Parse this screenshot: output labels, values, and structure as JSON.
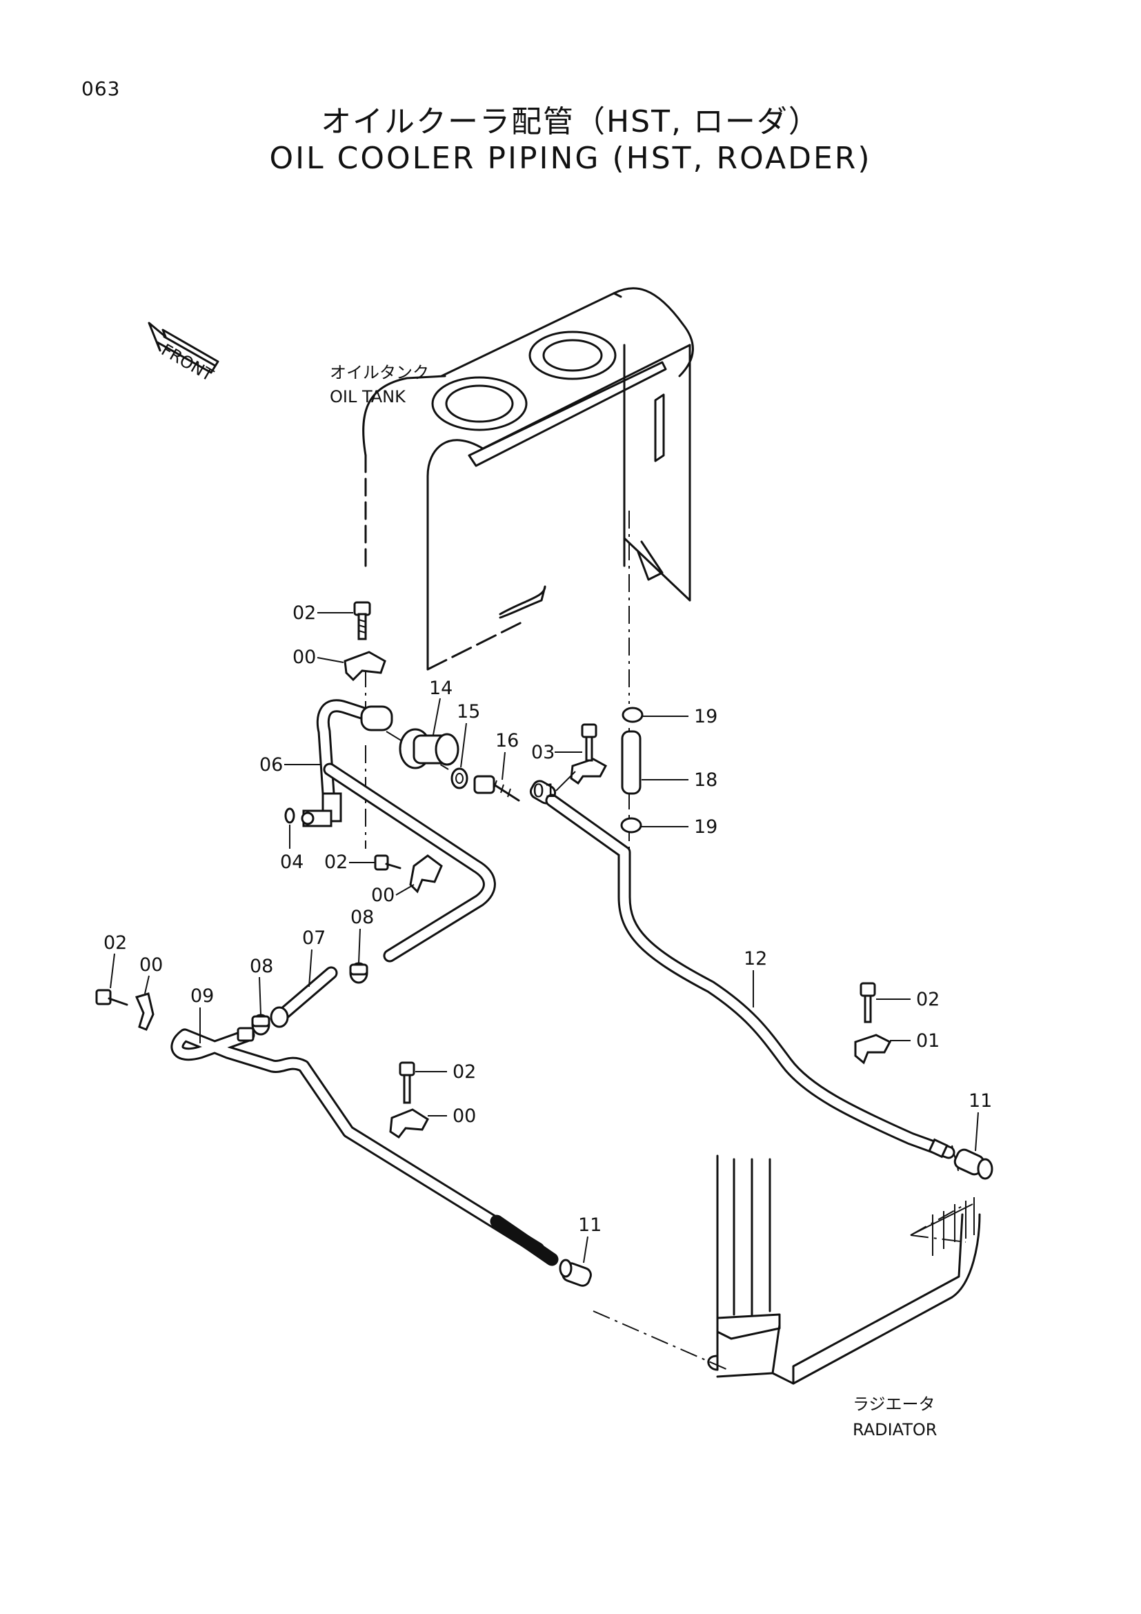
{
  "page_number": "063",
  "title_jp": "オイルクーラ配管（HST, ローダ）",
  "title_en": "OIL COOLER PIPING (HST, ROADER)",
  "front_arrow": {
    "label": "FRONT",
    "icon": "front-arrow-icon"
  },
  "components": {
    "oil_tank": {
      "jp": "オイルタンク",
      "en": "OIL TANK"
    },
    "radiator": {
      "jp": "ラジエータ",
      "en": "RADIATOR"
    }
  },
  "callouts": {
    "c02a": "02",
    "c00a": "00",
    "c14": "14",
    "c15": "15",
    "c16": "16",
    "c19a": "19",
    "c06": "06",
    "c03": "03",
    "c18": "18",
    "c01a": "01",
    "c19b": "19",
    "c04": "04",
    "c02b": "02",
    "c00b": "00",
    "c08a": "08",
    "c07": "07",
    "c02c": "02",
    "c00c": "00",
    "c08b": "08",
    "c09": "09",
    "c12": "12",
    "c02d": "02",
    "c01b": "01",
    "c02e": "02",
    "c00d": "00",
    "c11a": "11",
    "c11b": "11"
  },
  "colors": {
    "line": "#111111",
    "paper": "#ffffff"
  }
}
